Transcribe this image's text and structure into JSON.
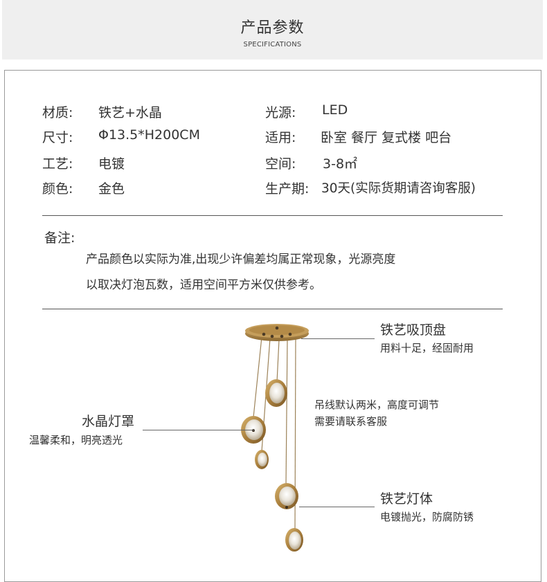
{
  "header": {
    "title": "产品参数",
    "subtitle": "SPECIFICATIONS"
  },
  "specs": {
    "material_label": "材质:",
    "material_value": "铁艺+水晶",
    "size_label": "尺寸:",
    "size_value": "Φ13.5*H200CM",
    "craft_label": "工艺:",
    "craft_value": "电镀",
    "color_label": "颜色:",
    "color_value": "金色",
    "light_label": "光源:",
    "light_value": "LED",
    "usage_label": "适用:",
    "usage_value": "卧室 餐厅 复式楼 吧台",
    "space_label": "空间:",
    "space_value": "3-8㎡",
    "production_label": "生产期:",
    "production_value": "30天(实际货期请咨询客服)"
  },
  "note": {
    "title": "备注:",
    "line1": "产品颜色以实际为准,出现少许偏差均属正常现象，光源亮度",
    "line2": "以取决灯泡瓦数，适用空间平方米仅供参考。"
  },
  "annotations": {
    "canopy_title": "铁艺吸顶盘",
    "canopy_desc": "用料十足，经固耐用",
    "wire_line1": "吊线默认两米，高度可调节",
    "wire_line2": "需要请联系客服",
    "shade_title": "水晶灯罩",
    "shade_desc": "温馨柔和，明亮透光",
    "body_title": "铁艺灯体",
    "body_desc": "电镀抛光，防腐防锈"
  },
  "colors": {
    "brass": "#b8904a",
    "crystal": "#e8e4dc",
    "wire": "#9c8258"
  }
}
